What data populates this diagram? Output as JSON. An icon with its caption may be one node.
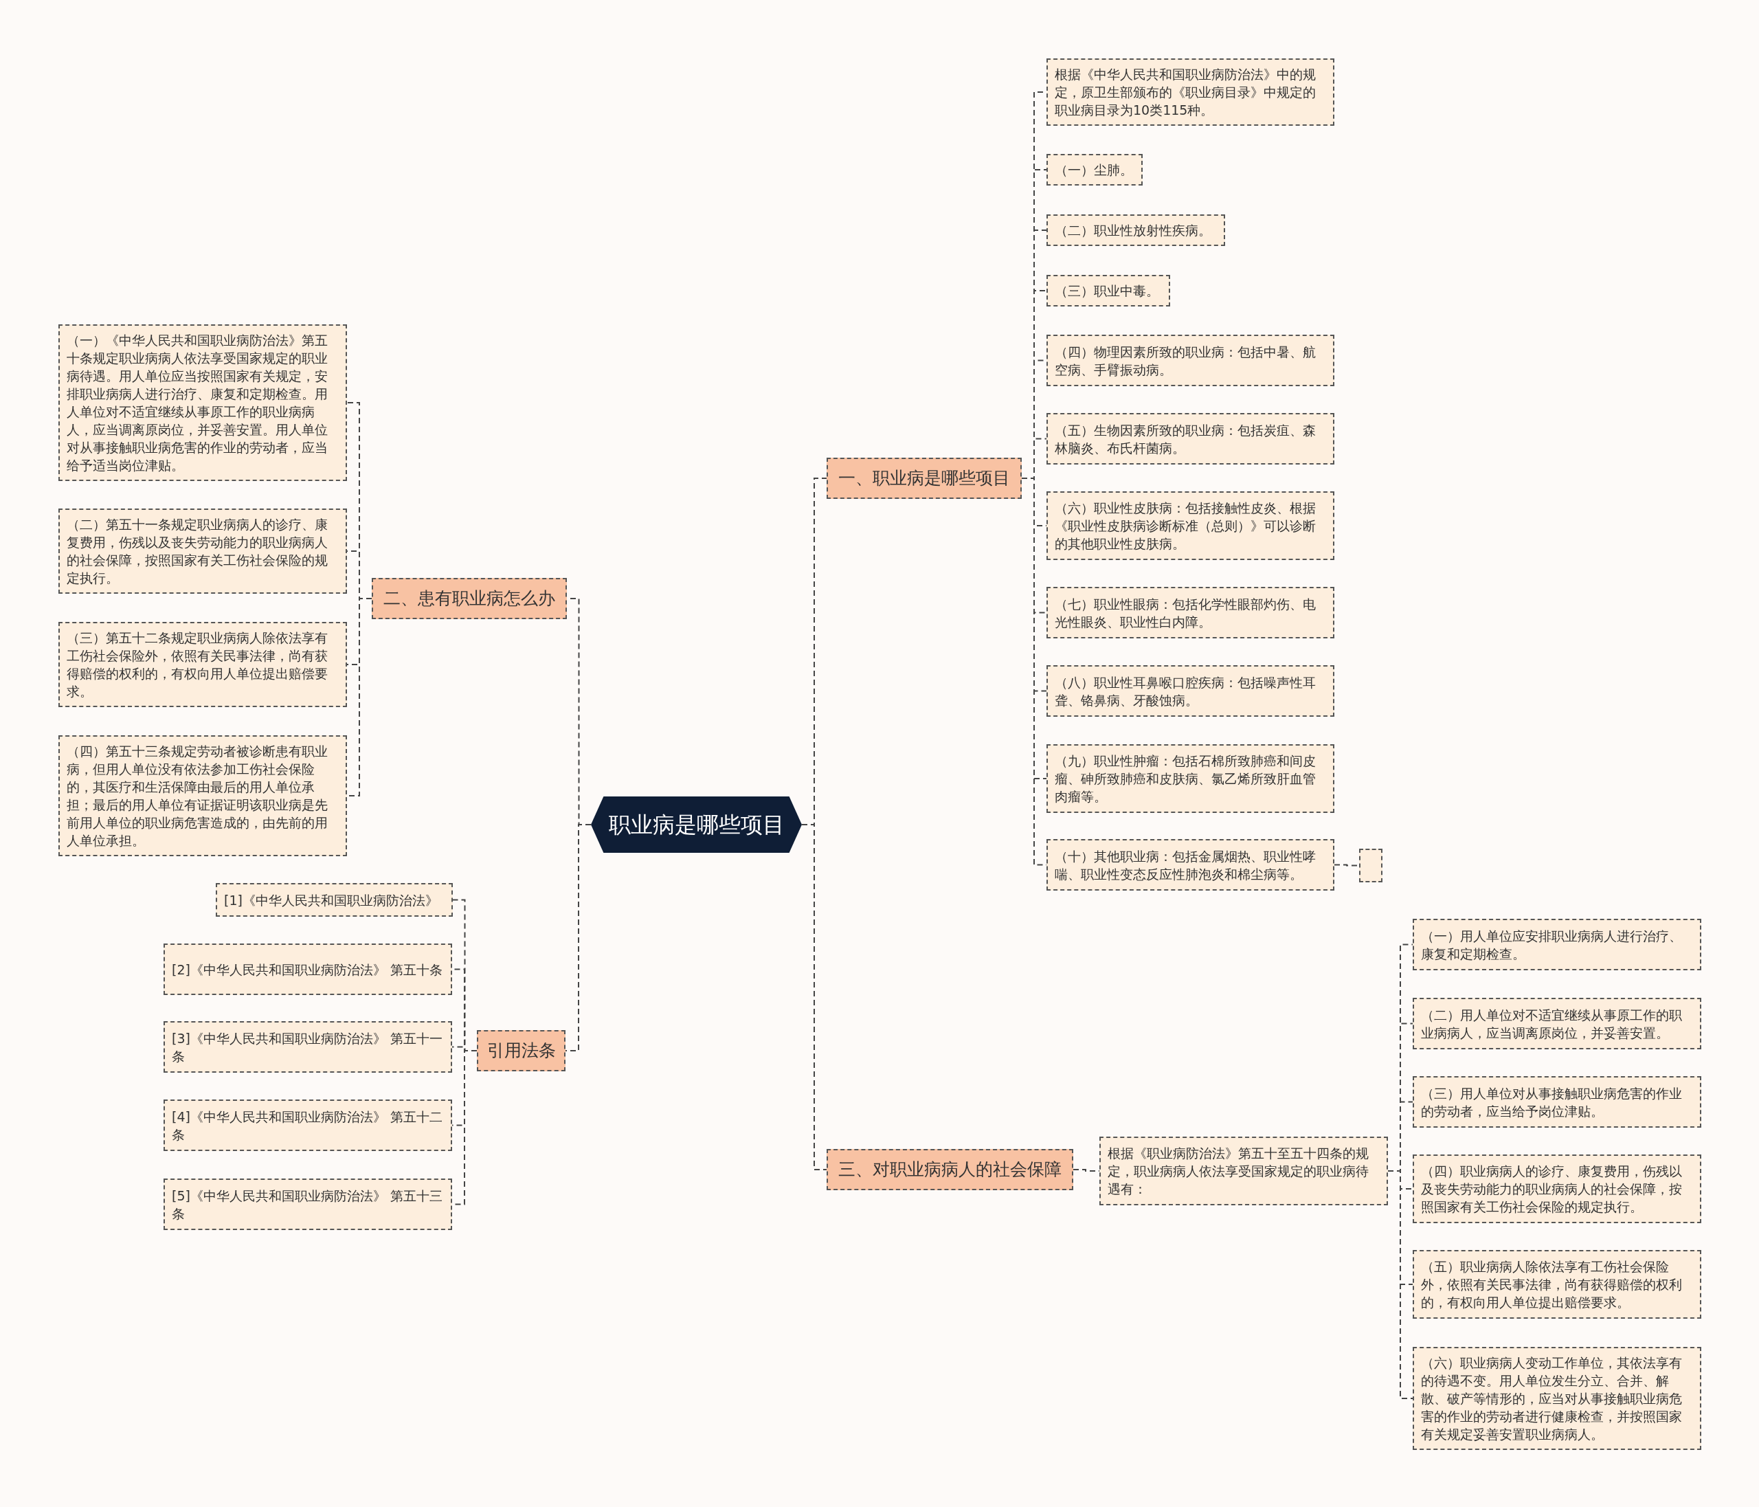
{
  "diagram": {
    "nodes": [
      {
        "text": [
          "职业病是哪些项目"
        ]
      },
      {
        "text": [
          "一、职业病是哪些项目"
        ]
      },
      {
        "text": [
          "根据《中华人民共和国职业病防治法》中的规定，原卫生部颁布的《职业病目录》中规定的职业病目录为10类115种。"
        ]
      },
      {
        "text": [
          "（一）尘肺。"
        ]
      },
      {
        "text": [
          "（二）职业性放射性疾病。"
        ]
      },
      {
        "text": [
          "（三）职业中毒。"
        ]
      },
      {
        "text": [
          "（四）物理因素所致的职业病：包括中暑、航空病、手臂振动病。"
        ]
      },
      {
        "text": [
          "（五）生物因素所致的职业病：包括炭疽、森林脑炎、布氏杆菌病。"
        ]
      },
      {
        "text": [
          "（六）职业性皮肤病：包括接触性皮炎、根据《职业性皮肤病诊断标准（总则）》可以诊断的其他职业性皮肤病。"
        ]
      },
      {
        "text": [
          "（七）职业性眼病：包括化学性眼部灼伤、电光性眼炎、职业性白内障。"
        ]
      },
      {
        "text": [
          "（八）职业性耳鼻喉口腔疾病：包括噪声性耳聋、铬鼻病、牙酸蚀病。"
        ]
      },
      {
        "text": [
          "（九）职业性肿瘤：包括石棉所致肺癌和间皮瘤、砷所致肺癌和皮肤病、氯乙烯所致肝血管肉瘤等。"
        ]
      },
      {
        "text": [
          "（十）其他职业病：包括金属烟热、职业性哮喘、职业性变态反应性肺泡炎和棉尘病等。"
        ]
      },
      {
        "text": [],
        "shape": "box"
      },
      {
        "text": [
          "二、患有职业病怎么办"
        ]
      },
      {
        "text": [
          "（一）《中华人民共和国职业病防治法》第五十条规定职业病病人依法享受国家规定的职业病待遇。用人单位应当按照国家有关规定，安排职业病病人进行治疗、康复和定期检查。用人单位对不适宜继续从事原工作的职业病病人，应当调离原岗位，并妥善安置。用人单位对从事接触职业病危害的作业的劳动者，应当给予适当岗位津贴。"
        ]
      },
      {
        "text": [
          "（二）第五十一条规定职业病病人的诊疗、康复费用，伤残以及丧失劳动能力的职业病病人的社会保障，按照国家有关工伤社会保险的规定执行。"
        ]
      },
      {
        "text": [
          "（三）第五十二条规定职业病病人除依法享有工伤社会保险外，依照有关民事法律，尚有获得赔偿的权利的，有权向用人单位提出赔偿要求。"
        ]
      },
      {
        "text": [
          "（四）第五十三条规定劳动者被诊断患有职业病，但用人单位没有依法参加工伤社会保险的，其医疗和生活保障由最后的用人单位承担；最后的用人单位有证据证明该职业病是先前用人单位的职业病危害造成的，由先前的用人单位承担。"
        ]
      },
      {
        "text": [
          "引用法条"
        ]
      },
      {
        "text": [
          "[1]《中华人民共和国职业病防治法》"
        ]
      },
      {
        "text": [
          "[2]《中华人民共和国职业病防治法》 第五十条"
        ]
      },
      {
        "text": [
          "[3]《中华人民共和国职业病防治法》 第五十一条"
        ]
      },
      {
        "text": [
          "[4]《中华人民共和国职业病防治法》 第五十二条"
        ]
      },
      {
        "text": [
          "[5]《中华人民共和国职业病防治法》 第五十三条"
        ]
      },
      {
        "text": [
          "三、对职业病病人的社会保障"
        ]
      },
      {
        "text": [
          "根据《职业病防治法》第五十至五十四条的规定，职业病病人依法享受国家规定的职业病待遇有："
        ]
      },
      {
        "text": [
          "（一）用人单位应安排职业病病人进行治疗、康复和定期检查。"
        ]
      },
      {
        "text": [
          "（二）用人单位对不适宜继续从事原工作的职业病病人，应当调离原岗位，并妥善安置。"
        ]
      },
      {
        "text": [
          "（三）用人单位对从事接触职业病危害的作业的劳动者，应当给予岗位津贴。"
        ]
      },
      {
        "text": [
          "（四）职业病病人的诊疗、康复费用，伤残以及丧失劳动能力的职业病病人的社会保障，按照国家有关工伤社会保险的规定执行。"
        ]
      },
      {
        "text": [
          "（五）职业病病人除依法享有工伤社会保险外，依照有关民事法律，尚有获得赔偿的权利的，有权向用人单位提出赔偿要求。"
        ]
      },
      {
        "text": [
          "（六）职业病病人变动工作单位，其依法享有的待遇不变。用人单位发生分立、合并、解散、破产等情形的，应当对从事接触职业病危害的作业的劳动者进行健康检查，并按照国家有关规定妥善安置职业病病人。"
        ]
      }
    ],
    "edges": [
      {
        "from": 0,
        "to": 1,
        "arrow": "none"
      },
      {
        "from": 1,
        "to": 2,
        "arrow": "none"
      },
      {
        "from": 1,
        "to": 3,
        "arrow": "none"
      },
      {
        "from": 1,
        "to": 4,
        "arrow": "none"
      },
      {
        "from": 1,
        "to": 5,
        "arrow": "none"
      },
      {
        "from": 1,
        "to": 6,
        "arrow": "none"
      },
      {
        "from": 1,
        "to": 7,
        "arrow": "none"
      },
      {
        "from": 1,
        "to": 8,
        "arrow": "none"
      },
      {
        "from": 1,
        "to": 9,
        "arrow": "none"
      },
      {
        "from": 1,
        "to": 10,
        "arrow": "none"
      },
      {
        "from": 1,
        "to": 11,
        "arrow": "none"
      },
      {
        "from": 1,
        "to": 12,
        "arrow": "none"
      },
      {
        "from": 12,
        "to": 13,
        "arrow": "none"
      },
      {
        "from": 0,
        "to": 14,
        "arrow": "none"
      },
      {
        "from": 14,
        "to": 15,
        "arrow": "none"
      },
      {
        "from": 14,
        "to": 16,
        "arrow": "none"
      },
      {
        "from": 14,
        "to": 17,
        "arrow": "none"
      },
      {
        "from": 14,
        "to": 18,
        "arrow": "none"
      },
      {
        "from": 0,
        "to": 19,
        "arrow": "none"
      },
      {
        "from": 19,
        "to": 20,
        "arrow": "none"
      },
      {
        "from": 19,
        "to": 21,
        "arrow": "none"
      },
      {
        "from": 19,
        "to": 22,
        "arrow": "none"
      },
      {
        "from": 19,
        "to": 23,
        "arrow": "none"
      },
      {
        "from": 19,
        "to": 24,
        "arrow": "none"
      },
      {
        "from": 0,
        "to": 25,
        "arrow": "none"
      },
      {
        "from": 25,
        "to": 26,
        "arrow": "none"
      },
      {
        "from": 26,
        "to": 27,
        "arrow": "none"
      },
      {
        "from": 26,
        "to": 28,
        "arrow": "none"
      },
      {
        "from": 26,
        "to": 29,
        "arrow": "none"
      },
      {
        "from": 26,
        "to": 30,
        "arrow": "none"
      },
      {
        "from": 26,
        "to": 31,
        "arrow": "none"
      },
      {
        "from": 26,
        "to": 32,
        "arrow": "none"
      }
    ]
  }
}
